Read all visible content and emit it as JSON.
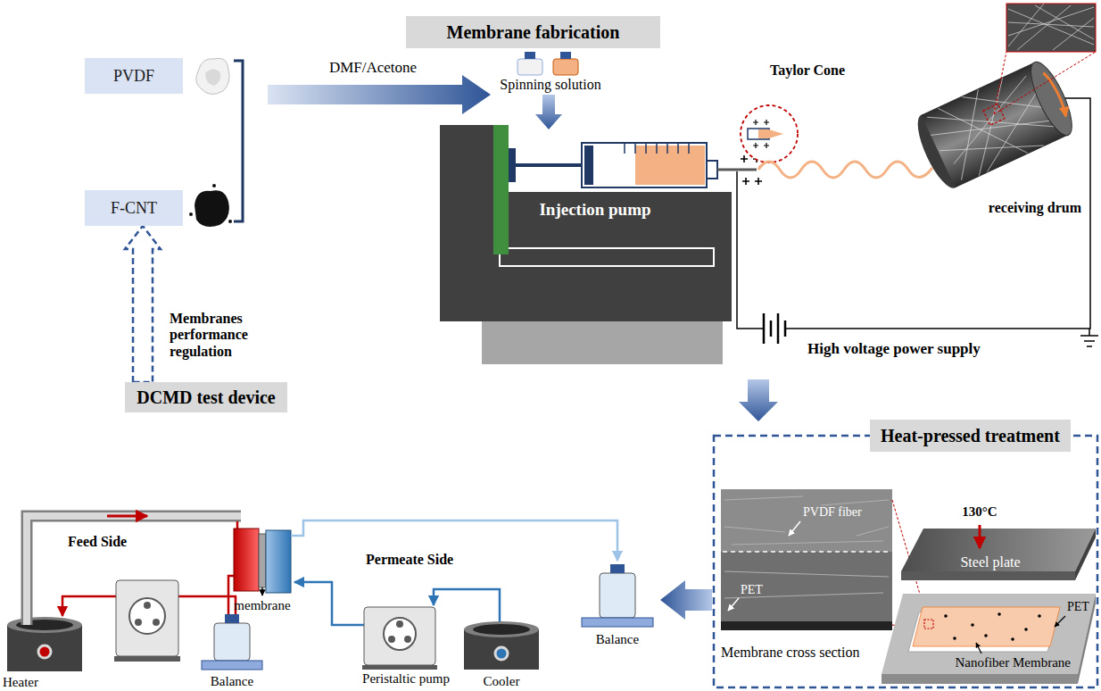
{
  "diagram": {
    "nodes": [
      {
        "text": [
          "Membrane fabrication"
        ]
      },
      {
        "text": [
          "PVDF"
        ]
      },
      {
        "text": [
          "F-CNT"
        ]
      },
      {
        "text": [
          "DCMD test device"
        ]
      },
      {
        "text": [
          "Heat-pressed treatment"
        ]
      }
    ],
    "edges": [
      {
        "from": 3,
        "to": 2,
        "arrow": "to"
      }
    ],
    "labels": [
      "DMF/Acetone",
      "Spinning solution",
      "Taylor Cone",
      "receiving drum",
      "Injection pump",
      "High voltage power supply",
      "Membranes performance regulation",
      "Feed Side",
      "Permeate Side",
      "membrane",
      "Balance",
      "Heater",
      "Balance",
      "Peristaltic pump",
      "Cooler",
      "130°C",
      "Steel plate",
      "PVDF fiber",
      "PET",
      "PET",
      "Membrane cross section",
      "Nanofiber Membrane"
    ]
  }
}
